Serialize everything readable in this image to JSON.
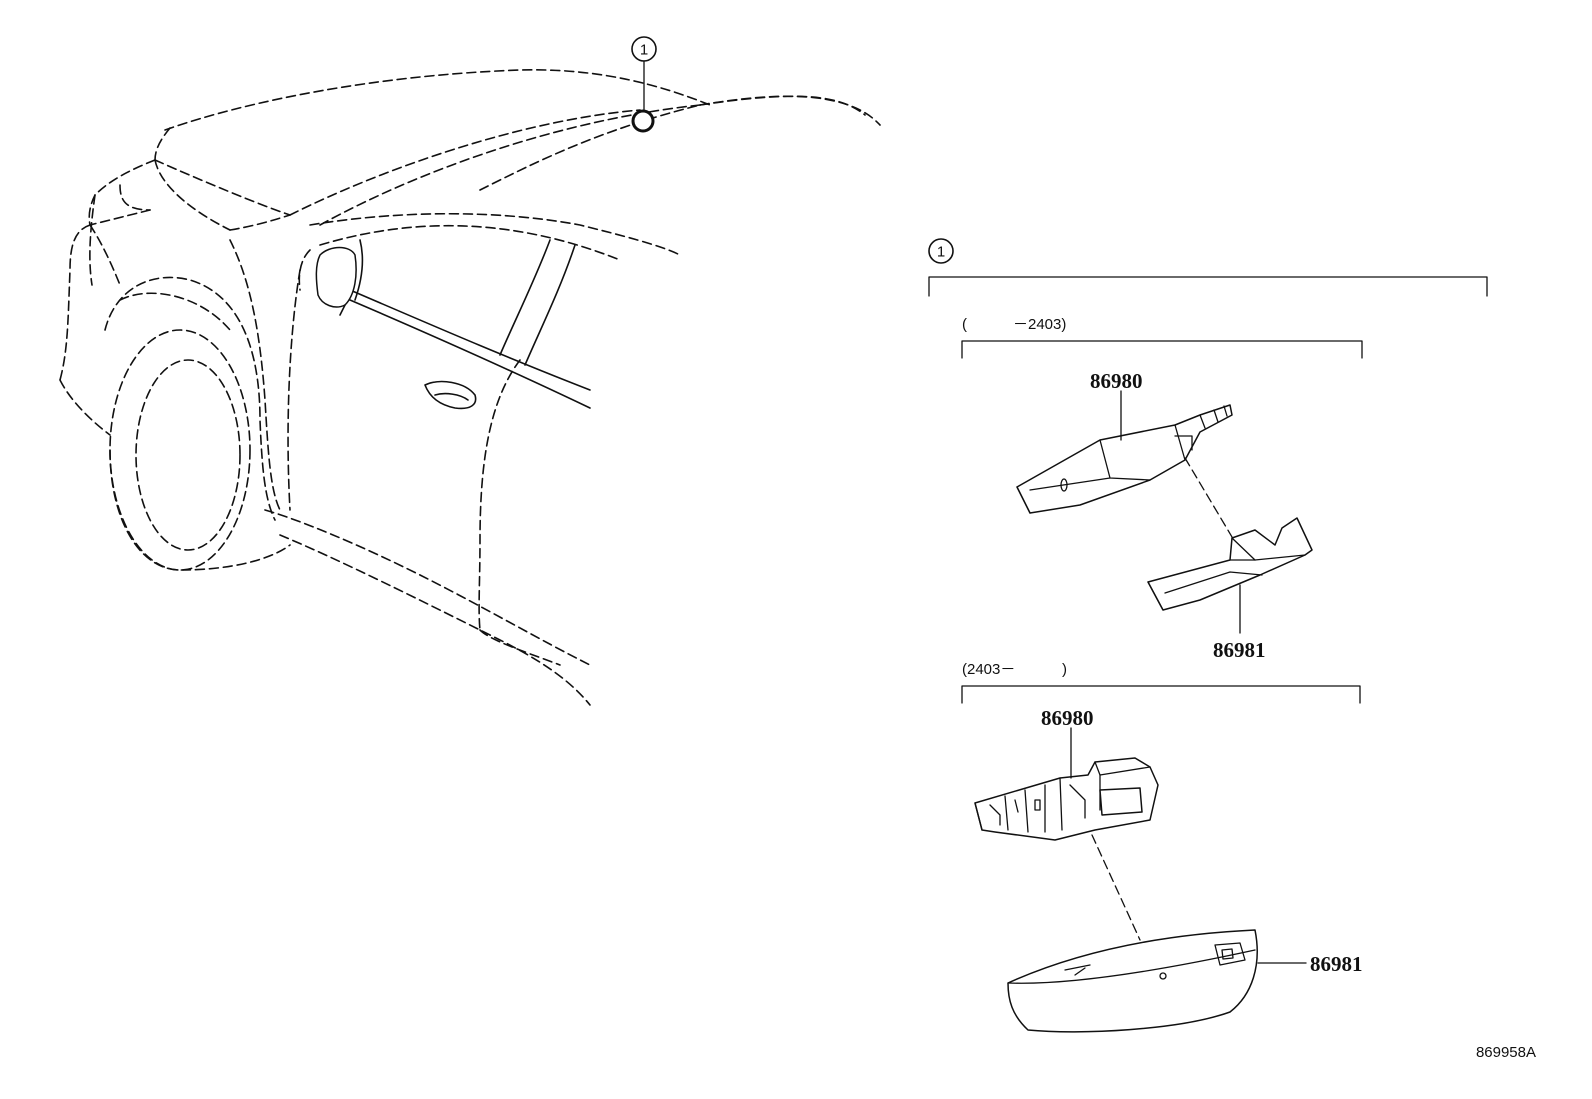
{
  "callout": {
    "number": "1"
  },
  "group": {
    "callout": "1",
    "variant_a": {
      "range_open": "(",
      "range_end": "－2403)",
      "parts": [
        {
          "number": "86980"
        },
        {
          "number": "86981"
        }
      ]
    },
    "variant_b": {
      "range_start": "(2403－",
      "range_close": ")",
      "parts": [
        {
          "number": "86980"
        },
        {
          "number": "86981"
        }
      ]
    }
  },
  "reference_code": "869958A"
}
